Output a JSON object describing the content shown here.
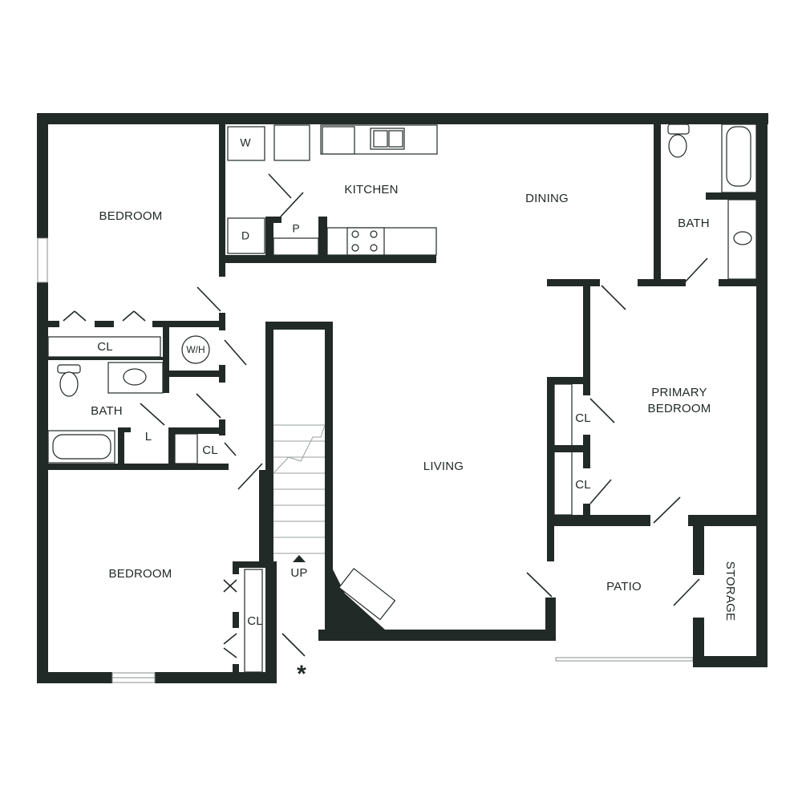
{
  "rooms": {
    "bedroom_top": "BEDROOM",
    "kitchen": "KITCHEN",
    "dining": "DINING",
    "bath_right": "BATH",
    "washer": "W",
    "dryer": "D",
    "pantry": "P",
    "closet_left_top": "CL",
    "water_heater": "W/H",
    "bath_left": "BATH",
    "linen": "L",
    "closet_left_mid": "CL",
    "living": "LIVING",
    "primary_line1": "PRIMARY",
    "primary_line2": "BEDROOM",
    "closet_primary_1": "CL",
    "closet_primary_2": "CL",
    "bedroom_bottom": "BEDROOM",
    "stairs_up": "UP",
    "closet_bottom": "CL",
    "patio": "PATIO",
    "storage": "STORAGE",
    "entry_mark": "*"
  },
  "colors": {
    "wall": "#222a28",
    "background": "#ffffff"
  }
}
